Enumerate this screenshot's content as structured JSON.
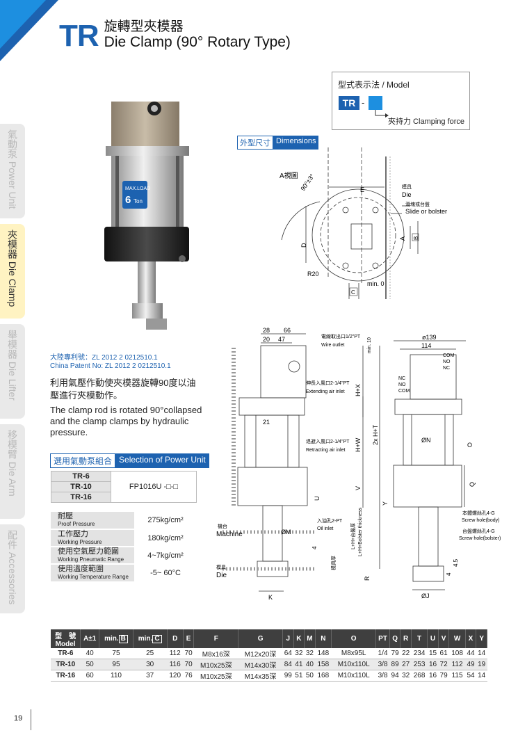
{
  "header": {
    "code": "TR",
    "title_zh": "旋轉型夾模器",
    "title_en": "Die Clamp (90° Rotary Type)"
  },
  "colors": {
    "brand_blue": "#1d62b0",
    "light_blue": "#1d8fe0",
    "tab_active": "#fff3c2",
    "tab_inactive": "#e9e9e9",
    "table_header": "#3f3f3f"
  },
  "side_tabs": [
    {
      "label": "氣動泵 Power Unit",
      "active": false
    },
    {
      "label": "夾模器 Die Clamp",
      "active": true
    },
    {
      "label": "舉模器 Die Lifter",
      "active": false
    },
    {
      "label": "移模臂 Die Arm",
      "active": false
    },
    {
      "label": "配件 Accessories",
      "active": false
    }
  ],
  "model_box": {
    "title": "型式表示法 / Model",
    "prefix": "TR",
    "dash": "-",
    "clamping_force": "夾持力 Clamping force"
  },
  "photo": {
    "badge_text": "MAX.LOAD",
    "badge_value": "6",
    "badge_unit": "Ton"
  },
  "dimensions_label": {
    "zh": "外型尺寸",
    "en": "Dimensions"
  },
  "view_a": {
    "view_label": "A視圖",
    "angle": "90°±3°",
    "E": "E",
    "D": "D",
    "A": "A",
    "B": "B",
    "C": "C",
    "R20": "R20",
    "min0": "min. 0",
    "die_zh": "模具",
    "die_en": "Die",
    "slide_zh": "滑塊或台盤",
    "slide_en": "Slide or bolster"
  },
  "side_drawing": {
    "d28": "28",
    "d66": "66",
    "d20": "20",
    "d47": "47",
    "d21": "21",
    "wire_zh": "電線取出口1/2\"PT",
    "wire_en": "Wire outlet",
    "min10": "min. 10",
    "ext_zh": "伸長入風口2-1/4\"PT",
    "ext_en": "Extending air inlet",
    "ret_zh": "退避入風口2-1/4\"PT",
    "ret_en": "Retracting air inlet",
    "oil_zh": "入油孔2-PT",
    "oil_en": "Oil inlet",
    "HX": "H+X",
    "HW": "H+W",
    "twoxHT": "2x H+T",
    "V": "V",
    "U": "U",
    "Y": "Y",
    "M": "ØM",
    "K": "K",
    "R": "R",
    "four": "4",
    "machine_zh": "機台",
    "machine_en": "Machine",
    "die_zh": "模具",
    "die_en": "Die",
    "die_thick": "模具厚",
    "bolster_zh": "L+H+台盤厚",
    "bolster_en": "L+H+Bolster thickness"
  },
  "front_drawing": {
    "d139": "ø139",
    "d114": "114",
    "com": "COM",
    "no": "NO",
    "nc": "NC",
    "N": "ØN",
    "O": "O",
    "Q": "Q",
    "J": "ØJ",
    "four": "4",
    "fourfive": "4.5",
    "screw_body_zh": "本體螺絲孔4-G",
    "screw_body_en": "Screw hole(body)",
    "screw_bolster_zh": "台盤螺絲孔4-G",
    "screw_bolster_en": "Screw hole(bolster)"
  },
  "patent": {
    "zh": "大陸專利號：ZL 2012 2 0212510.1",
    "en": "China Patent No: ZL 2012 2 0212510.1"
  },
  "description": {
    "zh": "利用氣壓作動使夾模器旋轉90度以油壓進行夾模動作。",
    "en": "The clamp rod is rotated 90°collapsed and the clamp clamps by hydraulic pressure."
  },
  "power_unit": {
    "title_zh": "選用氣動泵組合",
    "title_en": "Selection of Power Unit",
    "models": [
      "TR-6",
      "TR-10",
      "TR-16"
    ],
    "unit": "FP1016U -□-□"
  },
  "specs": [
    {
      "zh": "耐壓",
      "en": "Proof Pressure",
      "value": "275kg/cm²"
    },
    {
      "zh": "工作壓力",
      "en": "Working Pressure",
      "value": "180kg/cm²"
    },
    {
      "zh": "使用空氣壓力範圍",
      "en": "Working Pneumatic Range",
      "value": "4~7kg/cm²"
    },
    {
      "zh": "使用溫度範圍",
      "en": "Working Temperature Range",
      "value": "-5~ 60°C"
    }
  ],
  "dim_table": {
    "model_zh": "型　號",
    "model_en": "Model",
    "headers": [
      "A±1",
      "min.B",
      "min.C",
      "D",
      "E",
      "F",
      "G",
      "J",
      "K",
      "M",
      "N",
      "O",
      "PT",
      "Q",
      "R",
      "T",
      "U",
      "V",
      "W",
      "X",
      "Y"
    ],
    "rows": [
      [
        "TR-6",
        "40",
        "75",
        "25",
        "112",
        "70",
        "M8x16深",
        "M12x20深",
        "64",
        "32",
        "32",
        "148",
        "M8x95L",
        "1/4",
        "79",
        "22",
        "234",
        "15",
        "61",
        "108",
        "44",
        "14"
      ],
      [
        "TR-10",
        "50",
        "95",
        "30",
        "116",
        "70",
        "M10x25深",
        "M14x30深",
        "84",
        "41",
        "40",
        "158",
        "M10x110L",
        "3/8",
        "89",
        "27",
        "253",
        "16",
        "72",
        "112",
        "49",
        "19"
      ],
      [
        "TR-16",
        "60",
        "110",
        "37",
        "120",
        "76",
        "M10x25深",
        "M14x35深",
        "99",
        "51",
        "50",
        "168",
        "M10x110L",
        "3/8",
        "94",
        "32",
        "268",
        "16",
        "79",
        "115",
        "54",
        "14"
      ]
    ]
  },
  "page_number": "19"
}
